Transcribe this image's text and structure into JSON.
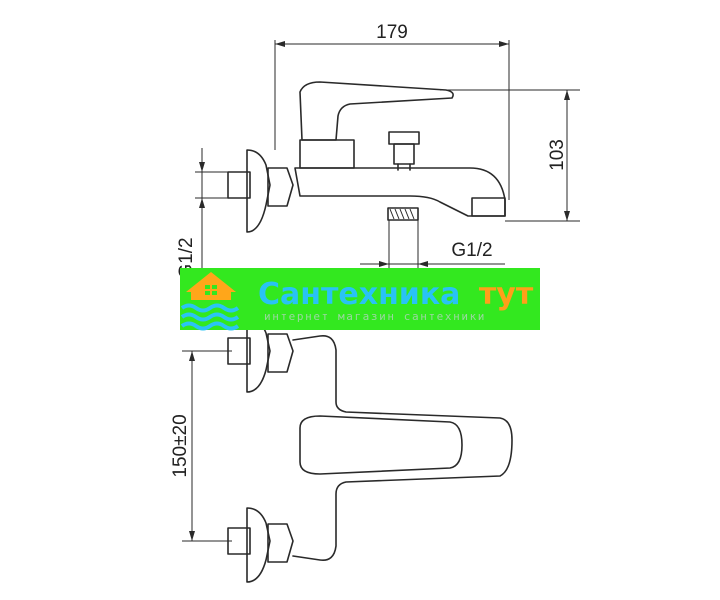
{
  "dimensions": {
    "width": "179",
    "height": "103",
    "connection_bottom": "G1/2",
    "connection_side": "G1/2",
    "center_distance": "150±20"
  },
  "watermark": {
    "brand_main": "Сантехника",
    "brand_accent": "тут",
    "tagline": "интернет магазин сантехники",
    "icon": "house-waves-logo-icon",
    "colors": {
      "banner": "#33e81f",
      "brand_text": "#29c3f4",
      "accent_text": "#ff9f1a",
      "logo_house": "#ffa61a",
      "logo_waves": "#2bc4f5"
    }
  }
}
